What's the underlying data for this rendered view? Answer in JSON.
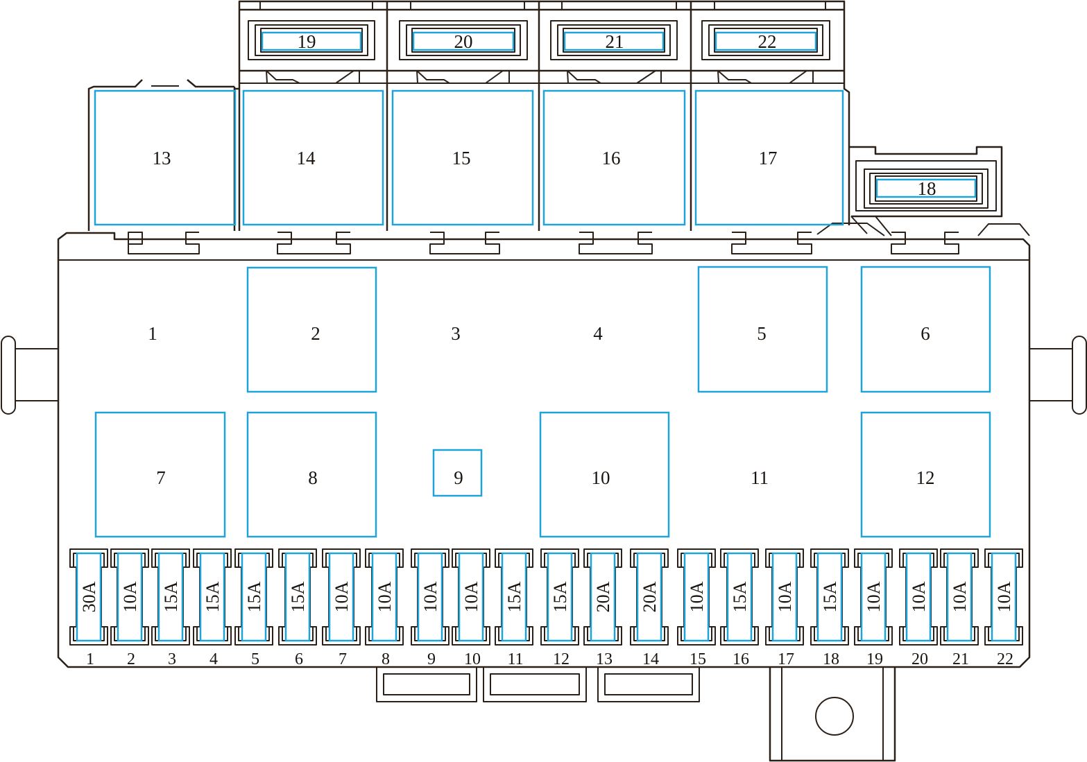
{
  "colors": {
    "line": "#2a2018",
    "highlight": "#1fa3d8",
    "background": "#ffffff"
  },
  "relay_labels": [
    "1",
    "2",
    "3",
    "4",
    "5",
    "6",
    "7",
    "8",
    "9",
    "10",
    "11",
    "12",
    "13",
    "14",
    "15",
    "16",
    "17"
  ],
  "top_fuse_labels": [
    "19",
    "20",
    "21",
    "22"
  ],
  "side_fuse_label": "18",
  "fuse_ratings": [
    "30A",
    "10A",
    "15A",
    "15A",
    "15A",
    "15A",
    "10A",
    "10A",
    "10A",
    "10A",
    "15A",
    "15A",
    "20A",
    "20A",
    "10A",
    "15A",
    "10A",
    "15A",
    "10A",
    "10A",
    "10A",
    "10A"
  ],
  "fuse_numbers": [
    "1",
    "2",
    "3",
    "4",
    "5",
    "6",
    "7",
    "8",
    "9",
    "10",
    "11",
    "12",
    "13",
    "14",
    "15",
    "16",
    "17",
    "18",
    "19",
    "20",
    "21",
    "22"
  ]
}
